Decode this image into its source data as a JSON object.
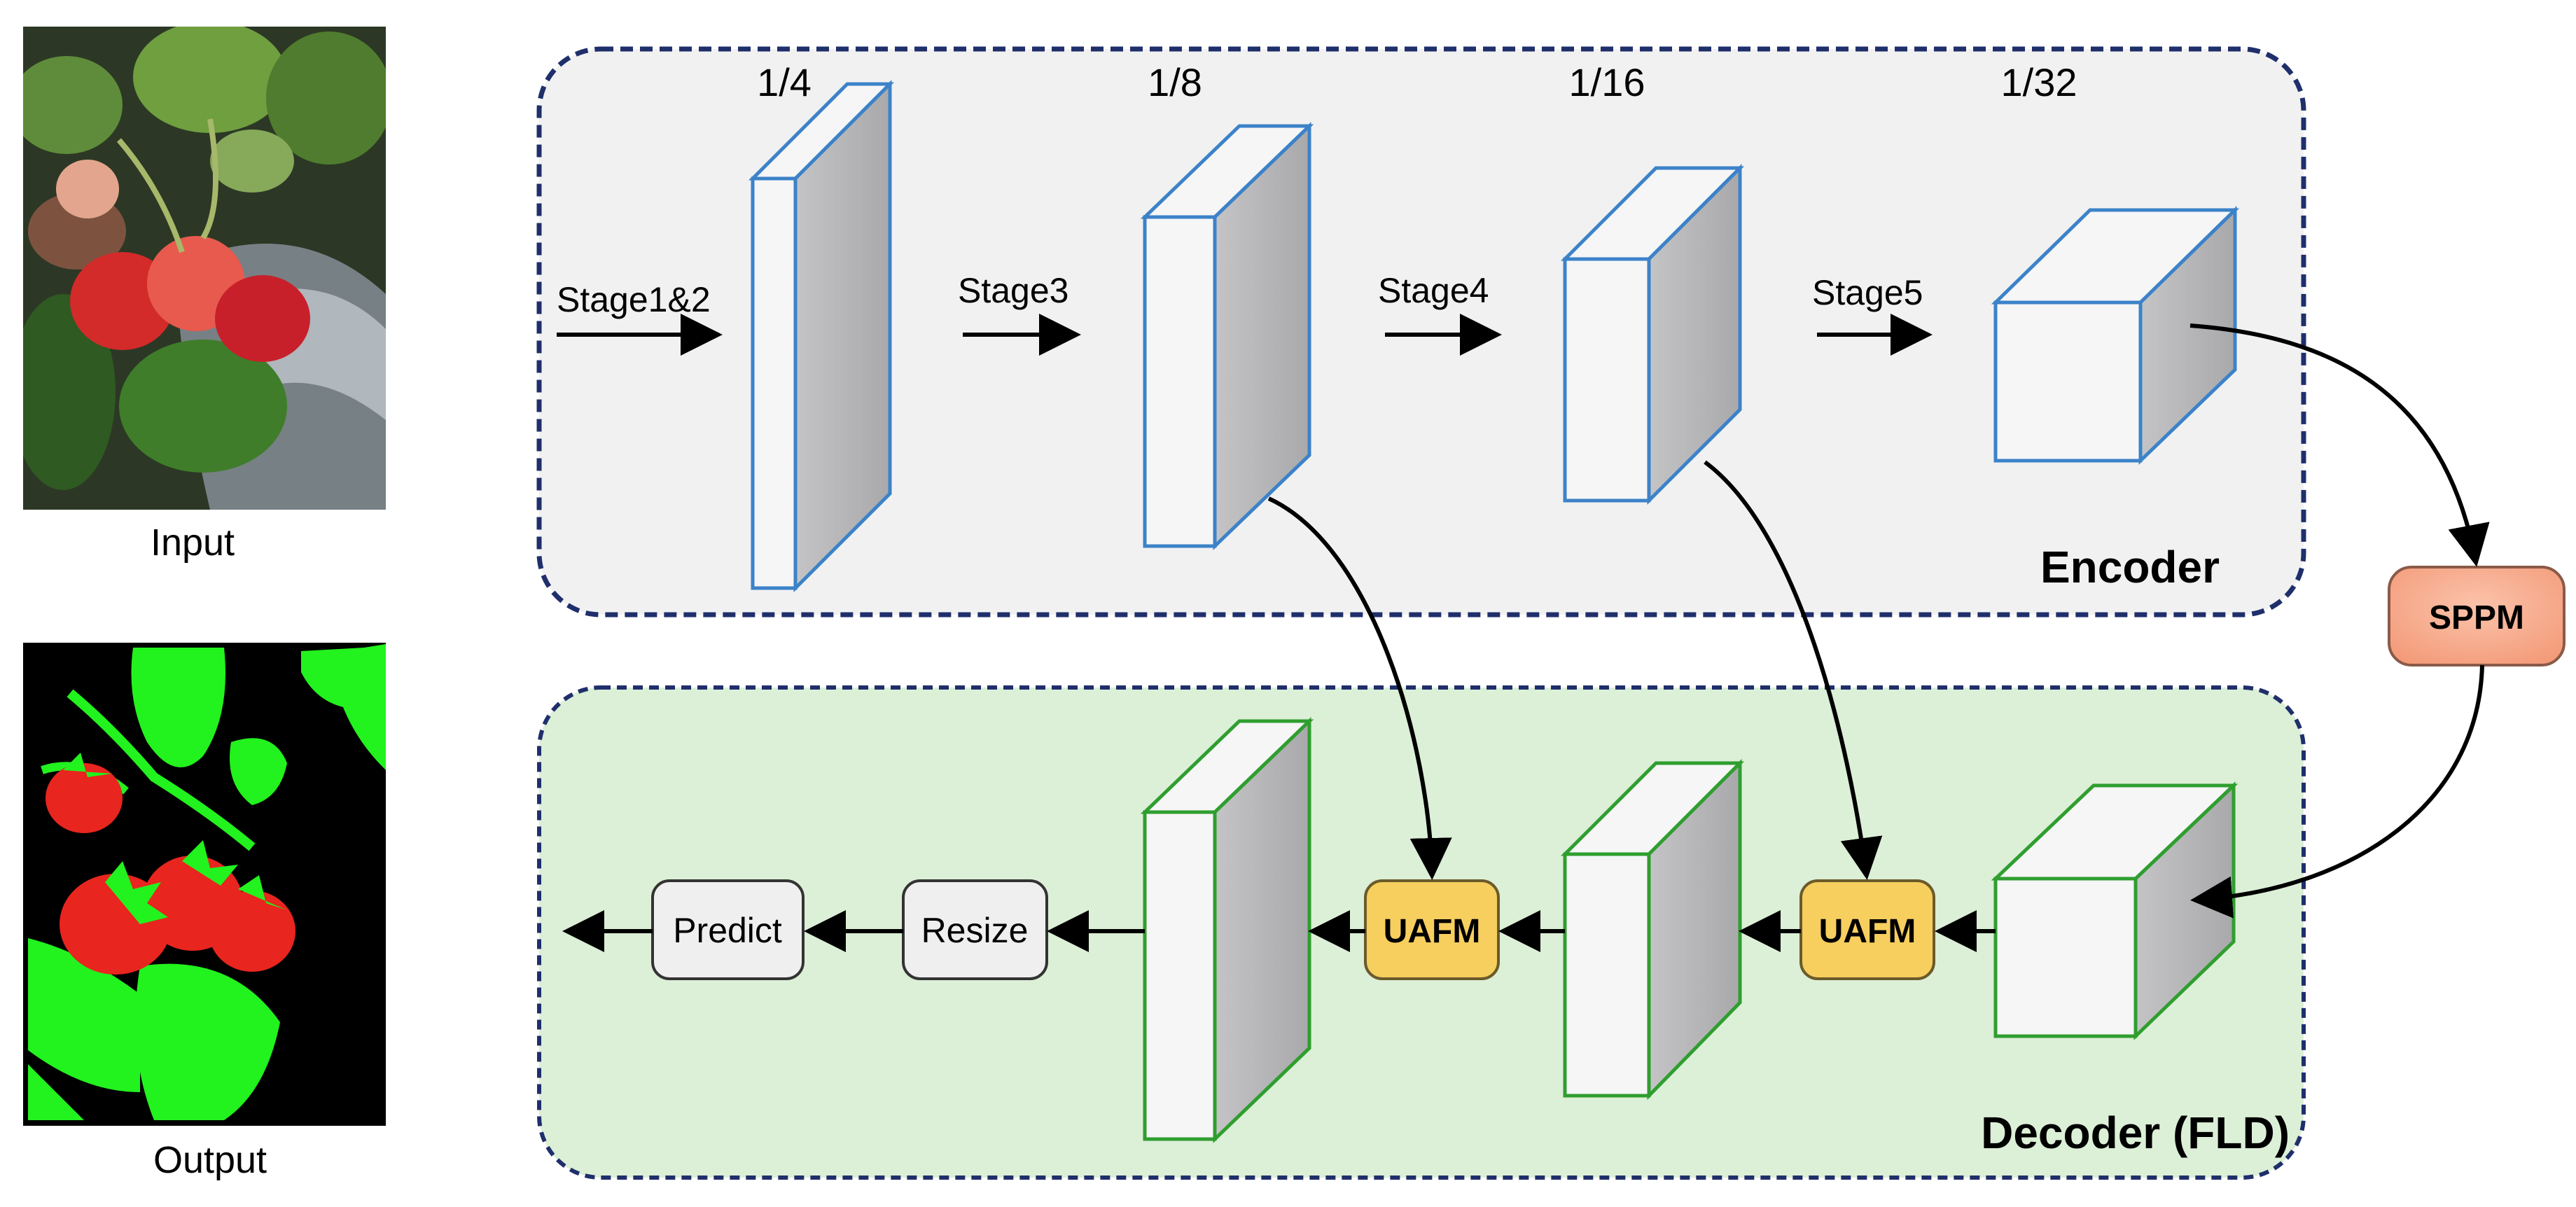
{
  "images": {
    "input_caption": "Input",
    "output_caption": "Output"
  },
  "encoder": {
    "title": "Encoder",
    "scales": [
      "1/4",
      "1/8",
      "1/16",
      "1/32"
    ],
    "stages": [
      "Stage1&2",
      "Stage3",
      "Stage4",
      "Stage5"
    ]
  },
  "decoder": {
    "title": "Decoder (FLD)",
    "uafm_1": "UAFM",
    "uafm_2": "UAFM",
    "resize": "Resize",
    "predict": "Predict"
  },
  "sppm": "SPPM",
  "colors": {
    "encoder_border": "#1f2f6b",
    "decoder_border": "#1f2f6b",
    "encoder_bg": "#f1f1f2",
    "decoder_bg": "#dcefd7",
    "encoder_block_edge": "#3c82c8",
    "decoder_block_edge": "#2f9e2f",
    "block_side": "#b9b9bb",
    "uafm_fill": "#f7cf5e",
    "sppm_fill": "#f6a98a",
    "seg_strawberry": "#e8251e",
    "seg_leaf": "#22f21e"
  }
}
